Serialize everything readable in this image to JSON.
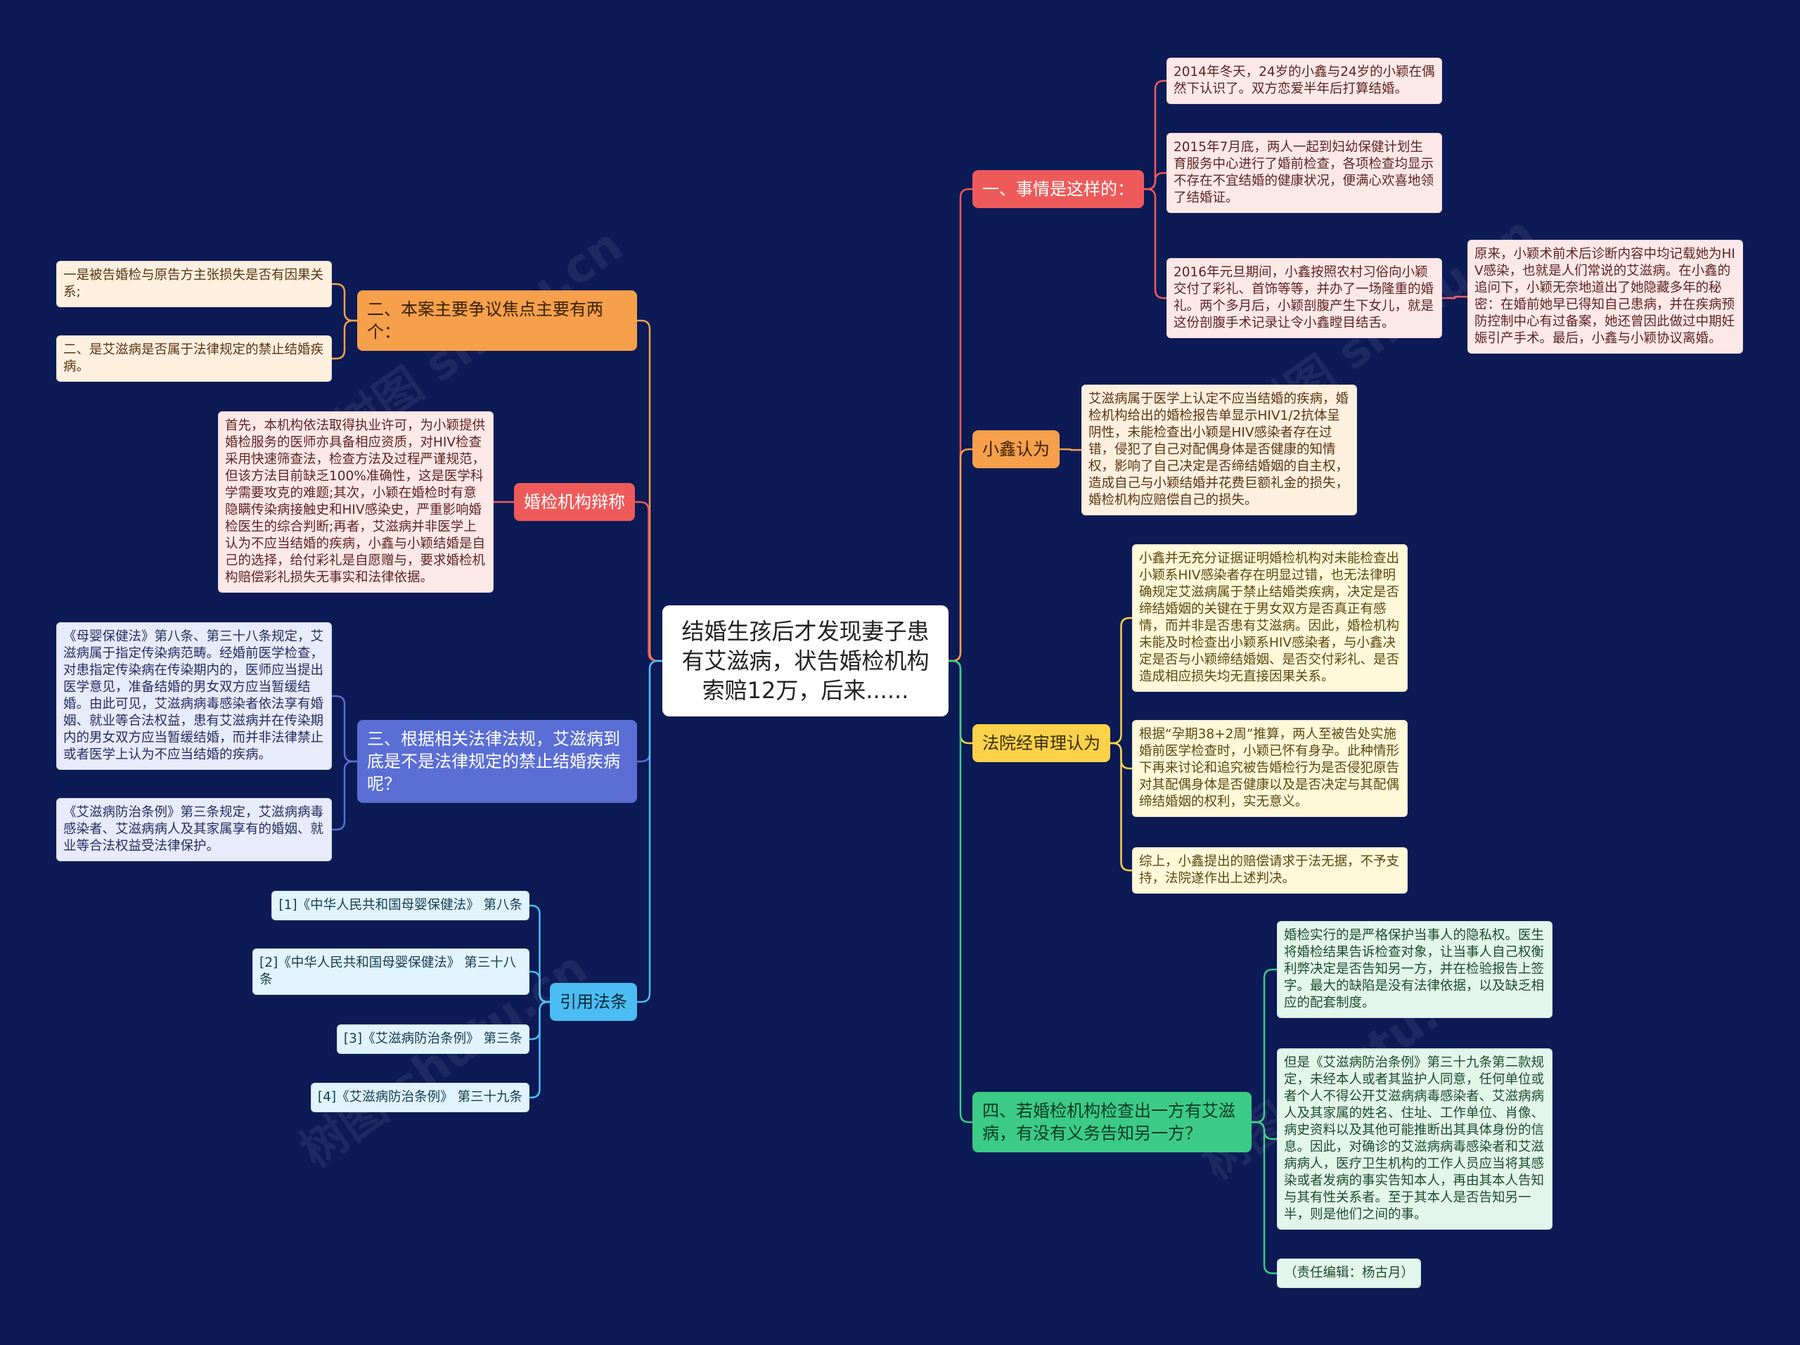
{
  "colors": {
    "background": "#0c1a55",
    "center_fill": "#ffffff",
    "red": "#ee5a5a",
    "red_fill": "#fde8e8",
    "red_text": "#5e2424",
    "orange": "#f6a04c",
    "orange_fill": "#fef0df",
    "orange_text": "#5a3514",
    "yellow": "#fbd24a",
    "yellow_fill": "#fff8d9",
    "yellow_text": "#5b4911",
    "green": "#3ccb86",
    "green_fill": "#e3f6eb",
    "green_text": "#1d4b34",
    "indigo": "#5a6ed5",
    "indigo_fill": "#e8ebfa",
    "indigo_text": "#252e62",
    "sky": "#4bbdf2",
    "sky_fill": "#e1f4fd",
    "sky_text": "#153c51"
  },
  "watermark": "树图 shutu.cn",
  "center": {
    "title": "结婚生孩后才发现妻子患有艾滋病，状告婚检机构索赔12万，后来......"
  },
  "right": [
    {
      "label": "一、事情是这样的：",
      "children": [
        "2014年冬天，24岁的小鑫与24岁的小颖在偶然下认识了。双方恋爱半年后打算结婚。",
        "2015年7月底，两人一起到妇幼保健计划生育服务中心进行了婚前检查，各项检查均显示不存在不宜结婚的健康状况，便满心欢喜地领了结婚证。",
        "2016年元旦期间，小鑫按照农村习俗向小颖交付了彩礼、首饰等等，并办了一场隆重的婚礼。两个多月后，小颖剖腹产生下女儿，就是这份剖腹手术记录让令小鑫瞠目结舌。"
      ],
      "sub_detail": "原来，小颖术前术后诊断内容中均记载她为HIV感染，也就是人们常说的艾滋病。在小鑫的追问下，小颖无奈地道出了她隐藏多年的秘密：在婚前她早已得知自己患病，并在疾病预防控制中心有过备案，她还曾因此做过中期妊娠引产手术。最后，小鑫与小颖协议离婚。"
    },
    {
      "label": "小鑫认为",
      "children": [
        "艾滋病属于医学上认定不应当结婚的疾病，婚检机构给出的婚检报告单显示HIV1/2抗体呈阴性，未能检查出小颖是HIV感染者存在过错，侵犯了自己对配偶身体是否健康的知情权，影响了自己决定是否缔结婚姻的自主权，造成自己与小颖结婚并花费巨额礼金的损失，婚检机构应赔偿自己的损失。"
      ]
    },
    {
      "label": "法院经审理认为",
      "children": [
        "小鑫并无充分证据证明婚检机构对未能检查出小颖系HIV感染者存在明显过错，也无法律明确规定艾滋病属于禁止结婚类疾病，决定是否缔结婚姻的关键在于男女双方是否真正有感情，而并非是否患有艾滋病。因此，婚检机构未能及时检查出小颖系HIV感染者，与小鑫决定是否与小颖缔结婚姻、是否交付彩礼、是否造成相应损失均无直接因果关系。",
        "根据“孕期38+2周”推算，两人至被告处实施婚前医学检查时，小颖已怀有身孕。此种情形下再来讨论和追究被告婚检行为是否侵犯原告对其配偶身体是否健康以及是否决定与其配偶缔结婚姻的权利，实无意义。",
        "综上，小鑫提出的赔偿请求于法无据，不予支持，法院遂作出上述判决。"
      ]
    },
    {
      "label": "四、若婚检机构检查出一方有艾滋病，有没有义务告知另一方？",
      "children": [
        "婚检实行的是严格保护当事人的隐私权。医生将婚检结果告诉检查对象，让当事人自己权衡利弊决定是否告知另一方，并在检验报告上签字。最大的缺陷是没有法律依据，以及缺乏相应的配套制度。",
        "但是《艾滋病防治条例》第三十九条第二款规定，未经本人或者其监护人同意，任何单位或者个人不得公开艾滋病病毒感染者、艾滋病病人及其家属的姓名、住址、工作单位、肖像、病史资料以及其他可能推断出其具体身份的信息。因此，对确诊的艾滋病病毒感染者和艾滋病病人，医疗卫生机构的工作人员应当将其感染或者发病的事实告知本人，再由其本人告知与其有性关系者。至于其本人是否告知另一半，则是他们之间的事。",
        "（责任编辑：杨古月）"
      ]
    }
  ],
  "left": [
    {
      "label": "二、本案主要争议焦点主要有两个：",
      "children": [
        "一是被告婚检与原告方主张损失是否有因果关系;",
        "二、是艾滋病是否属于法律规定的禁止结婚疾病。"
      ]
    },
    {
      "label": "婚检机构辩称",
      "children": [
        "首先，本机构依法取得执业许可，为小颖提供婚检服务的医师亦具备相应资质，对HIV检查采用快速筛查法，检查方法及过程严谨规范，但该方法目前缺乏100%准确性，这是医学科学需要攻克的难题;其次，小颖在婚检时有意隐瞒传染病接触史和HIV感染史，严重影响婚检医生的综合判断;再者，艾滋病并非医学上认为不应当结婚的疾病，小鑫与小颖结婚是自己的选择，给付彩礼是自愿赠与，要求婚检机构赔偿彩礼损失无事实和法律依据。"
      ]
    },
    {
      "label": "三、根据相关法律法规，艾滋病到底是不是法律规定的禁止结婚疾病呢？",
      "children": [
        "《母婴保健法》第八条、第三十八条规定，艾滋病属于指定传染病范畴。经婚前医学检查，对患指定传染病在传染期内的，医师应当提出医学意见，准备结婚的男女双方应当暂缓结婚。由此可见，艾滋病病毒感染者依法享有婚姻、就业等合法权益，患有艾滋病并在传染期内的男女双方应当暂缓结婚，而并非法律禁止或者医学上认为不应当结婚的疾病。",
        "《艾滋病防治条例》第三条规定，艾滋病病毒感染者、艾滋病病人及其家属享有的婚姻、就业等合法权益受法律保护。"
      ]
    },
    {
      "label": "引用法条",
      "children": [
        "[1]《中华人民共和国母婴保健法》 第八条",
        "[2]《中华人民共和国母婴保健法》 第三十八条",
        "[3]《艾滋病防治条例》 第三条",
        "[4]《艾滋病防治条例》 第三十九条"
      ]
    }
  ]
}
